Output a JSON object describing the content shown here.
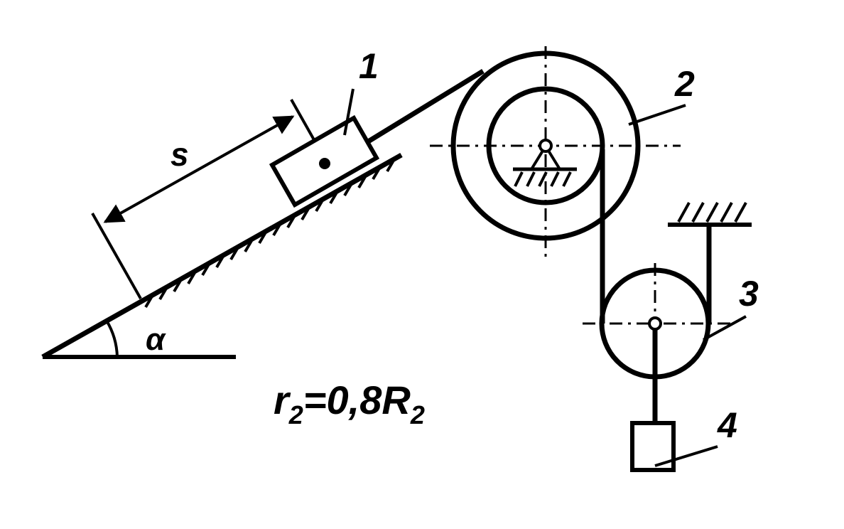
{
  "labels": {
    "block_1": "1",
    "pulley_2": "2",
    "pulley_3": "3",
    "weight_4": "4",
    "distance": "s",
    "angle": "α"
  },
  "formula": {
    "r_letter": "r",
    "r_subscript": "2",
    "equals_value": "=0,8R",
    "R_subscript": "2"
  },
  "colors": {
    "ink": "#000000",
    "paper": "#ffffff"
  }
}
